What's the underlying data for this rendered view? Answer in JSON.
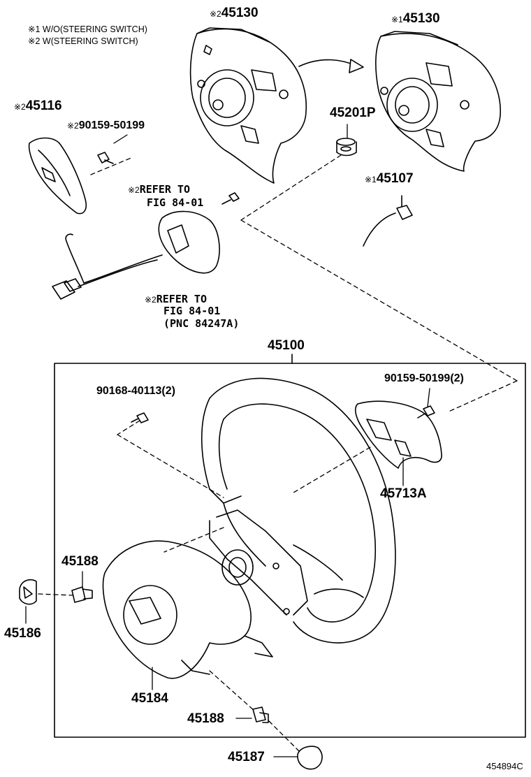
{
  "legend": {
    "note1": "※1 W/O(STEERING SWITCH)",
    "note2": "※2 W(STEERING SWITCH)"
  },
  "parts": {
    "p45130_left": {
      "mark": "※2",
      "number": "45130"
    },
    "p45130_right": {
      "mark": "※1",
      "number": "45130"
    },
    "p45116": {
      "mark": "※2",
      "number": "45116"
    },
    "p90159_top": {
      "mark": "※2",
      "number": "90159-50199"
    },
    "p45201P": {
      "number": "45201P"
    },
    "p45107": {
      "mark": "※1",
      "number": "45107"
    },
    "p45100": {
      "number": "45100"
    },
    "p90168": {
      "number": "90168-40113(2)"
    },
    "p90159_box": {
      "number": "90159-50199(2)"
    },
    "p45713A": {
      "number": "45713A"
    },
    "p45188_a": {
      "number": "45188"
    },
    "p45186": {
      "number": "45186"
    },
    "p45184": {
      "number": "45184"
    },
    "p45188_b": {
      "number": "45188"
    },
    "p45187": {
      "number": "45187"
    }
  },
  "refs": {
    "ref_top": {
      "mark": "※2",
      "line1": "REFER TO",
      "line2": "FIG 84-01"
    },
    "ref_bottom": {
      "mark": "※2",
      "line1": "REFER TO",
      "line2": "FIG 84-01",
      "line3": "(PNC 84247A)"
    }
  },
  "diagram_id": "454894C"
}
